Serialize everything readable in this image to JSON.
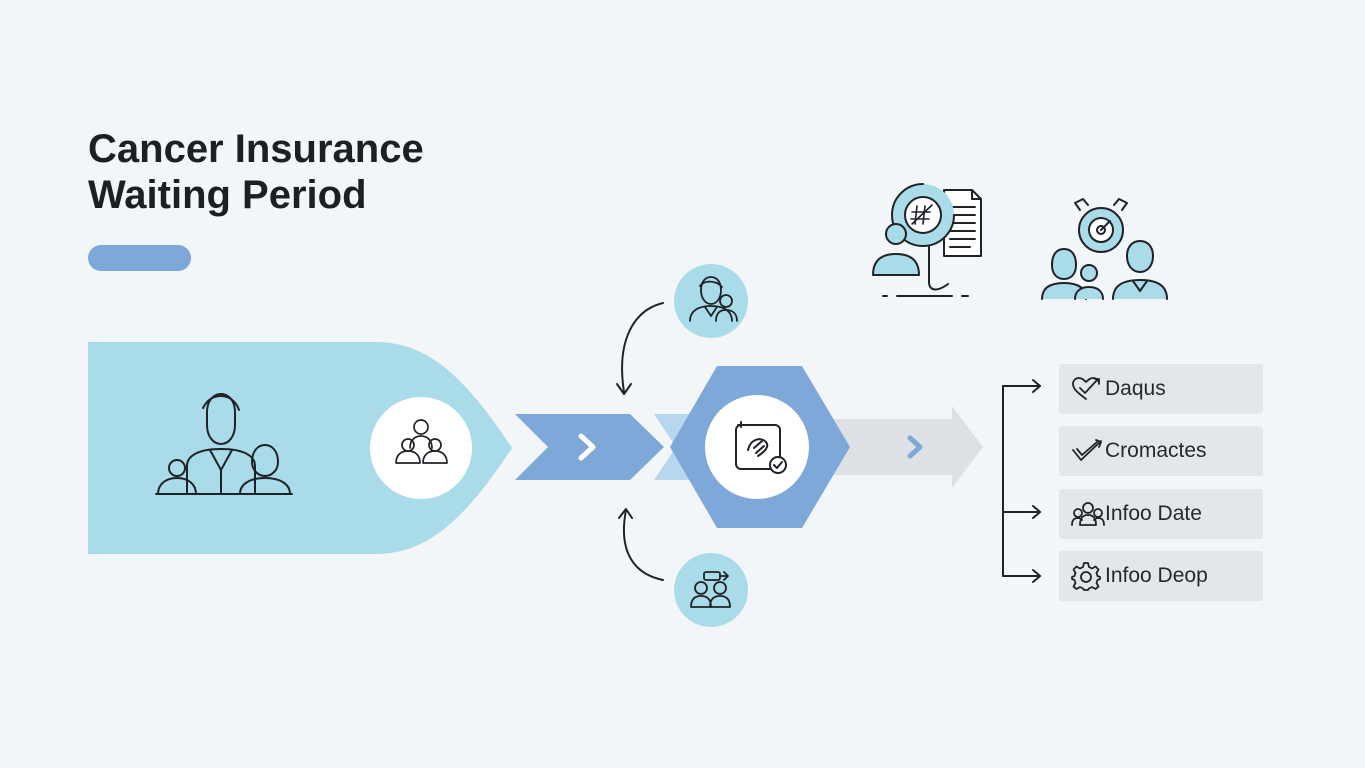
{
  "title": {
    "line1": "Cancer Insurance",
    "line2": "Waiting Period"
  },
  "colors": {
    "light_blue": "#a9dbe8",
    "mid_blue": "#7ea8d8",
    "pale_blue": "#b8d6ee",
    "grey_arrow": "#dde1e5",
    "item_bg": "#e4e7ea",
    "line": "#1f2328"
  },
  "icons": {
    "main_shape": "family-group-icon",
    "circle_left": "people-group-icon",
    "circle_top": "person-pair-icon",
    "circle_bottom": "people-transfer-icon",
    "hexagon_center": "policy-card-icon",
    "top_right_1": "document-analysis-icon",
    "top_right_2": "team-target-icon"
  },
  "list": [
    {
      "label": "Daqus",
      "icon": "heart-check-icon"
    },
    {
      "label": "Cromactes",
      "icon": "checkmark-icon"
    },
    {
      "label": "Infoo Date",
      "icon": "people-icon"
    },
    {
      "label": "Infoo Deop",
      "icon": "gear-icon"
    }
  ]
}
